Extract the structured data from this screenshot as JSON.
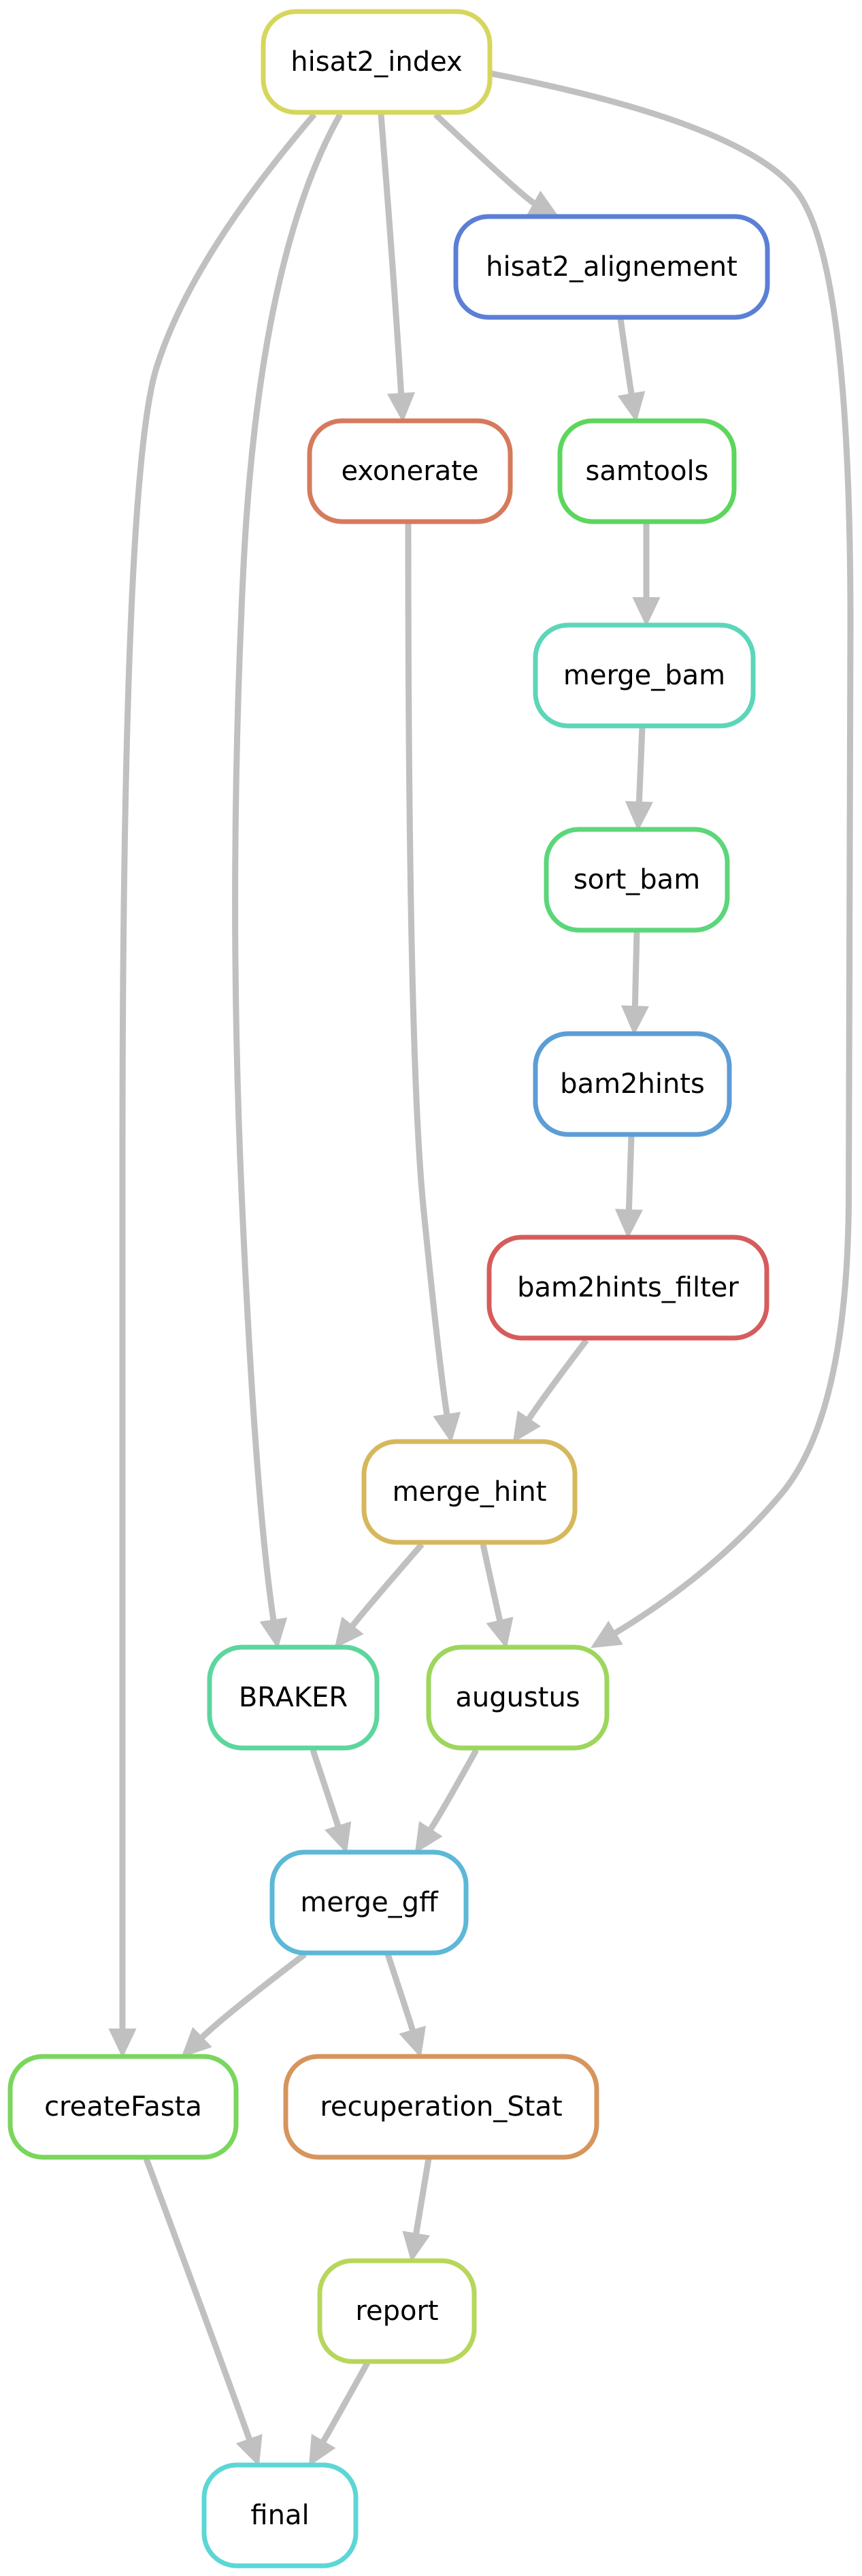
{
  "diagram": {
    "nodes": [
      {
        "id": "hisat2_index",
        "label": "hisat2_index",
        "color": "#d6d65c"
      },
      {
        "id": "hisat2_alignement",
        "label": "hisat2_alignement",
        "color": "#5c7fd6"
      },
      {
        "id": "exonerate",
        "label": "exonerate",
        "color": "#d67a5c"
      },
      {
        "id": "samtools",
        "label": "samtools",
        "color": "#5cd65c"
      },
      {
        "id": "merge_bam",
        "label": "merge_bam",
        "color": "#5cd6b8"
      },
      {
        "id": "sort_bam",
        "label": "sort_bam",
        "color": "#5cd67a"
      },
      {
        "id": "bam2hints",
        "label": "bam2hints",
        "color": "#5c9dd6"
      },
      {
        "id": "bam2hints_filter",
        "label": "bam2hints_filter",
        "color": "#d65c5c"
      },
      {
        "id": "merge_hint",
        "label": "merge_hint",
        "color": "#d6b85c"
      },
      {
        "id": "BRAKER",
        "label": "BRAKER",
        "color": "#5cd69d"
      },
      {
        "id": "augustus",
        "label": "augustus",
        "color": "#9dd65c"
      },
      {
        "id": "merge_gff",
        "label": "merge_gff",
        "color": "#5cb8d6"
      },
      {
        "id": "createFasta",
        "label": "createFasta",
        "color": "#7ad65c"
      },
      {
        "id": "recuperation_Stat",
        "label": "recuperation_Stat",
        "color": "#d6955c"
      },
      {
        "id": "report",
        "label": "report",
        "color": "#b8d65c"
      },
      {
        "id": "final",
        "label": "final",
        "color": "#5cd6d6"
      }
    ],
    "edges": [
      {
        "from": "hisat2_index",
        "to": "hisat2_alignement"
      },
      {
        "from": "hisat2_index",
        "to": "exonerate"
      },
      {
        "from": "hisat2_index",
        "to": "BRAKER"
      },
      {
        "from": "hisat2_index",
        "to": "createFasta"
      },
      {
        "from": "hisat2_index",
        "to": "augustus"
      },
      {
        "from": "hisat2_alignement",
        "to": "samtools"
      },
      {
        "from": "samtools",
        "to": "merge_bam"
      },
      {
        "from": "merge_bam",
        "to": "sort_bam"
      },
      {
        "from": "sort_bam",
        "to": "bam2hints"
      },
      {
        "from": "bam2hints",
        "to": "bam2hints_filter"
      },
      {
        "from": "bam2hints_filter",
        "to": "merge_hint"
      },
      {
        "from": "exonerate",
        "to": "merge_hint"
      },
      {
        "from": "merge_hint",
        "to": "BRAKER"
      },
      {
        "from": "merge_hint",
        "to": "augustus"
      },
      {
        "from": "BRAKER",
        "to": "merge_gff"
      },
      {
        "from": "augustus",
        "to": "merge_gff"
      },
      {
        "from": "merge_gff",
        "to": "createFasta"
      },
      {
        "from": "merge_gff",
        "to": "recuperation_Stat"
      },
      {
        "from": "createFasta",
        "to": "final"
      },
      {
        "from": "recuperation_Stat",
        "to": "report"
      },
      {
        "from": "report",
        "to": "final"
      }
    ],
    "edge_color": "#c0c0c0",
    "text_color": "#000000"
  }
}
